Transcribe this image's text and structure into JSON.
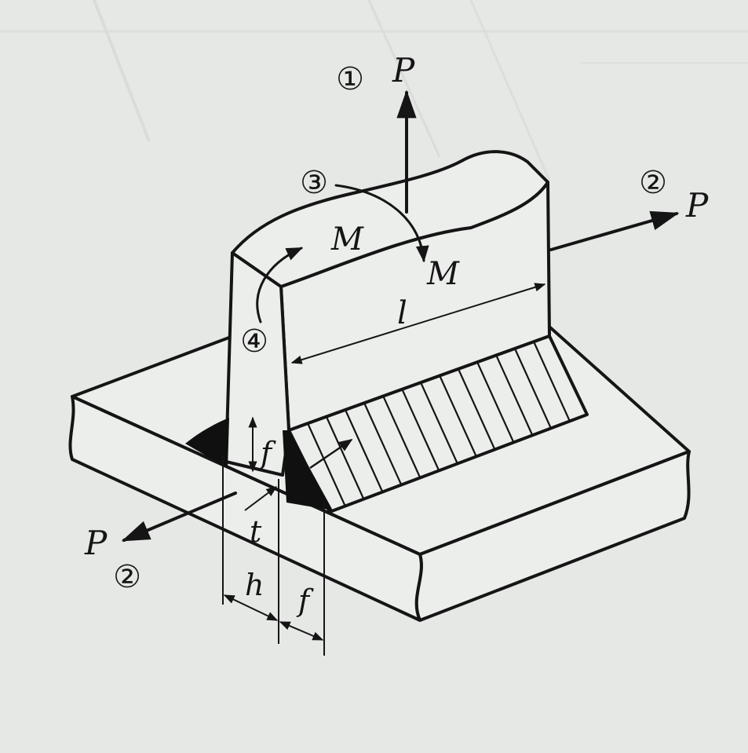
{
  "labels": {
    "force": "P",
    "moment": "M",
    "length": "l",
    "leg_size": "f",
    "throat": "t",
    "plate_thickness": "h"
  },
  "load_cases": {
    "case_1": "①",
    "case_2": "②",
    "case_3": "③",
    "case_4": "④"
  },
  "colors": {
    "background": "#e6e8e6",
    "ink": "#151515"
  }
}
